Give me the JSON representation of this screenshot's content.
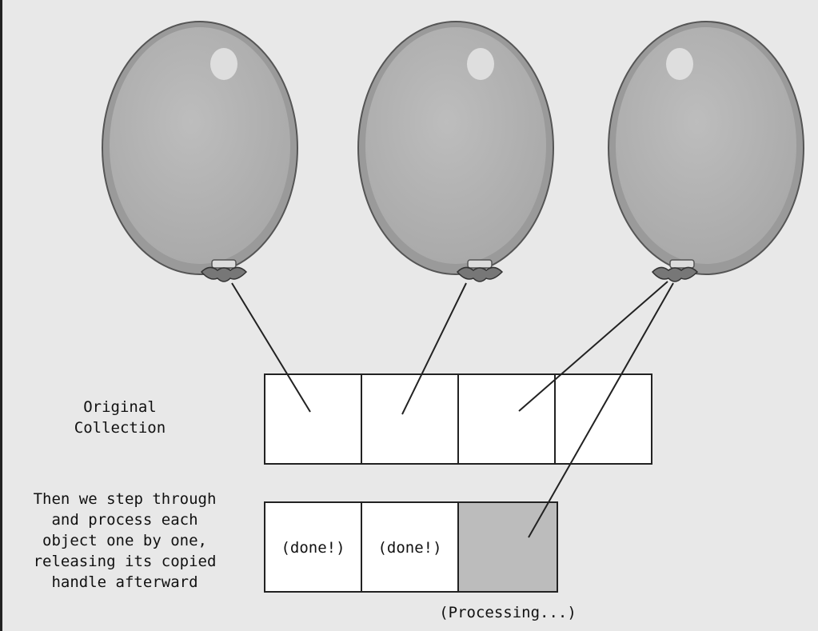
{
  "labels": {
    "original_line1": "Original",
    "original_line2": "Collection",
    "step_line1": "Then we step through",
    "step_line2": "and process each",
    "step_line3": "object one by one,",
    "step_line4": "releasing its copied",
    "step_line5": "handle afterward",
    "done_1": "(done!)",
    "done_2": "(done!)",
    "processing": "(Processing...)"
  },
  "colors": {
    "background": "#e8e8e8",
    "balloon_fill": "#b4b4b4",
    "balloon_edge": "#777777",
    "processing_cell": "#bcbcbc",
    "cell_fill": "#ffffff",
    "line": "#222222"
  },
  "icons": [
    "balloon-icon",
    "balloon-icon",
    "balloon-icon"
  ]
}
